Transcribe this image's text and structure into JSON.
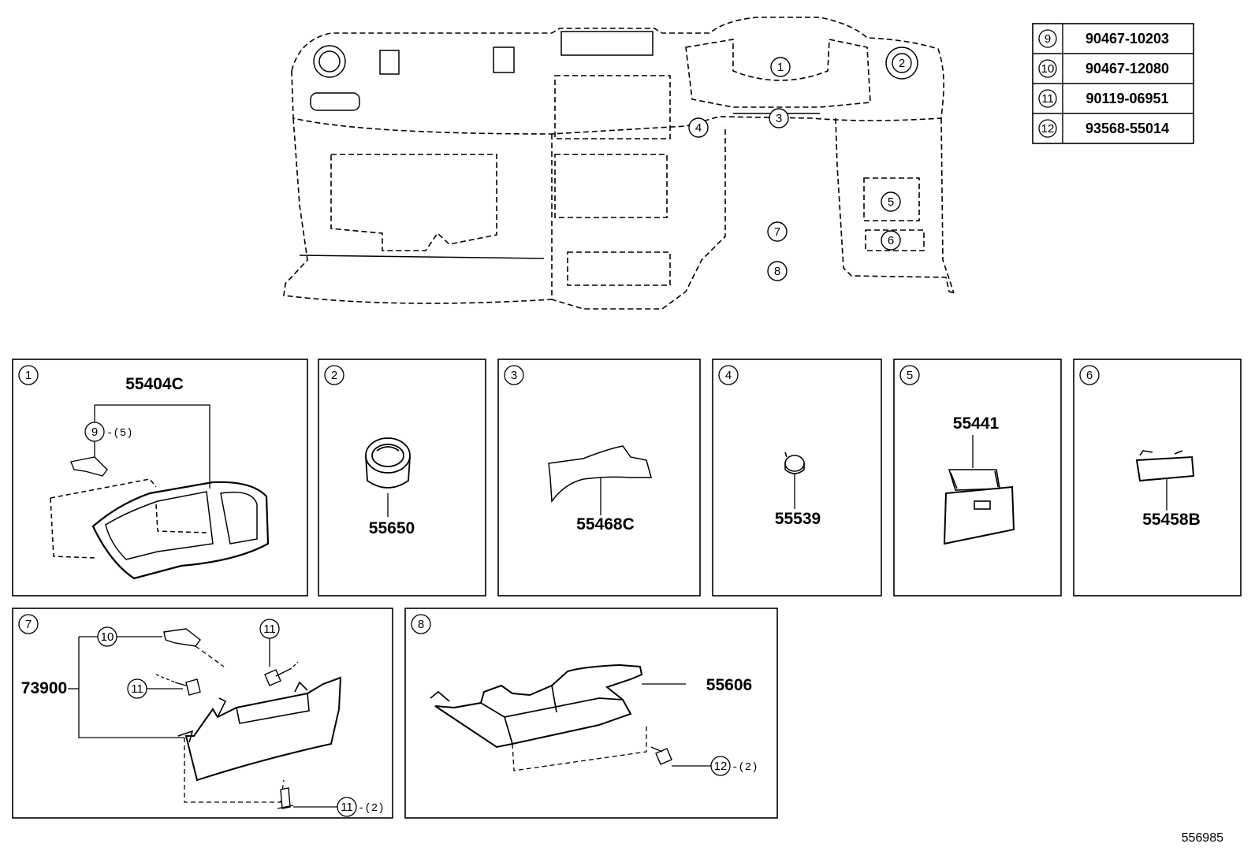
{
  "legend_table": [
    {
      "ref": "9",
      "code": "90467-10203"
    },
    {
      "ref": "10",
      "code": "90467-12080"
    },
    {
      "ref": "11",
      "code": "90119-06951"
    },
    {
      "ref": "12",
      "code": "93568-55014"
    }
  ],
  "overview_callouts": [
    "1",
    "2",
    "3",
    "4",
    "5",
    "6",
    "7",
    "8"
  ],
  "panels": [
    {
      "ref": "1",
      "part": "55404C",
      "sub_ref": "9",
      "sub_qty": "-(5)"
    },
    {
      "ref": "2",
      "part": "55650"
    },
    {
      "ref": "3",
      "part": "55468C"
    },
    {
      "ref": "4",
      "part": "55539"
    },
    {
      "ref": "5",
      "part": "55441"
    },
    {
      "ref": "6",
      "part": "55458B"
    },
    {
      "ref": "7",
      "part": "73900",
      "sub_refs": [
        "10",
        "11",
        "11",
        "11"
      ],
      "sub_qty": "-(2)"
    },
    {
      "ref": "8",
      "part": "55606",
      "sub_ref": "12",
      "sub_qty": "-(2)"
    }
  ],
  "footer_code": "556985"
}
